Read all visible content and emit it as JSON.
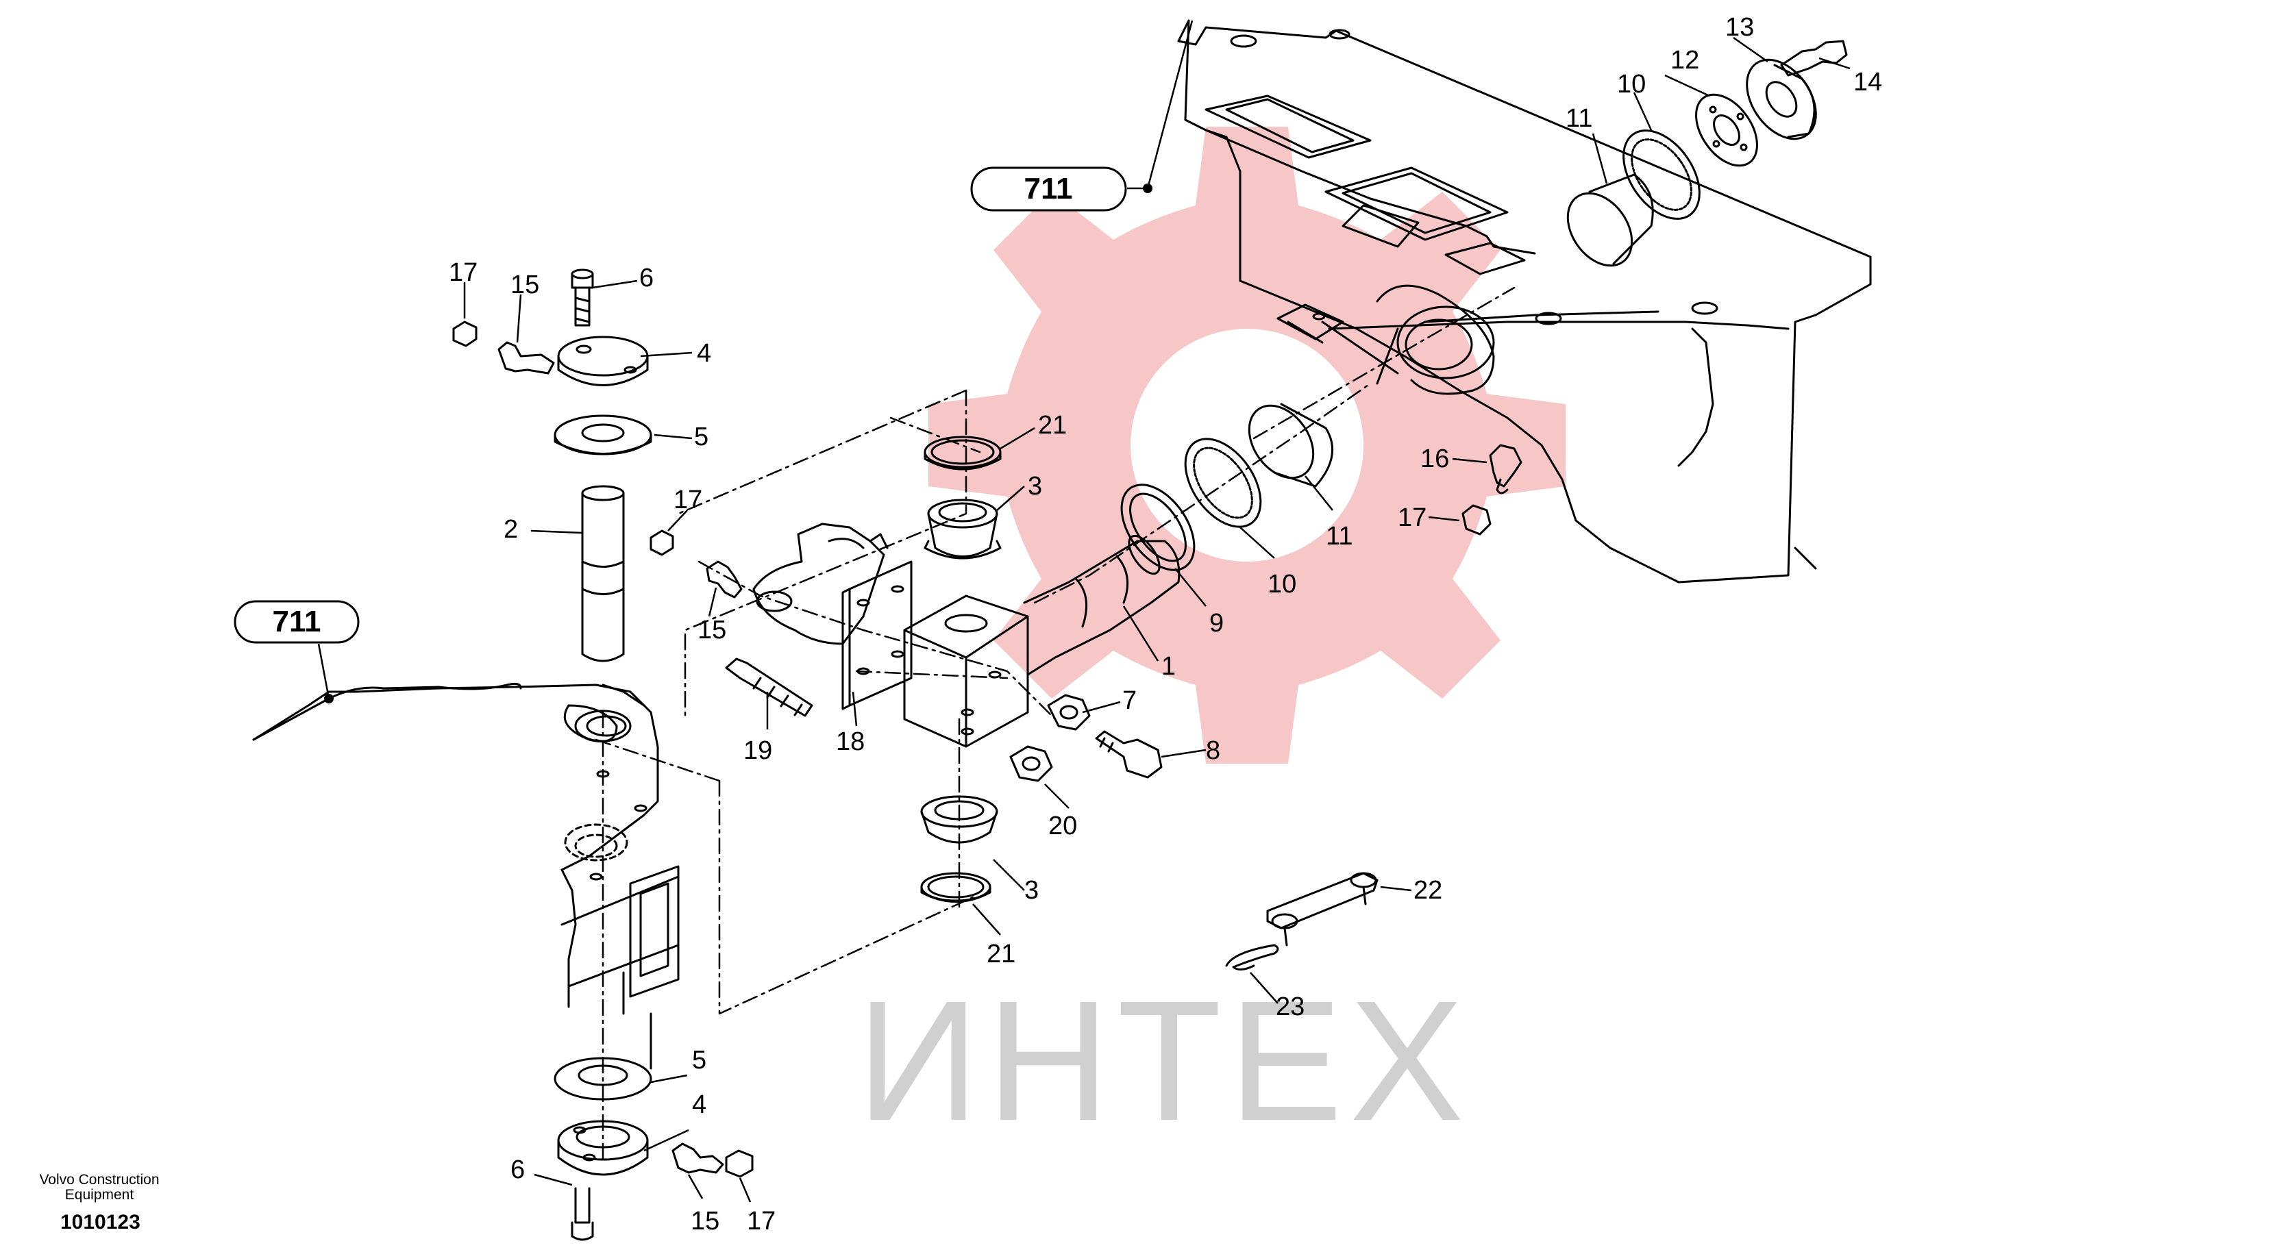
{
  "diagram": {
    "watermark_text": "ИНТЕХ",
    "manufacturer": "Volvo Construction Equipment",
    "drawing_number": "1010123",
    "reference_callouts": [
      "711",
      "711"
    ],
    "part_labels": [
      "1",
      "2",
      "3",
      "3",
      "4",
      "4",
      "5",
      "5",
      "6",
      "6",
      "7",
      "8",
      "9",
      "10",
      "10",
      "11",
      "11",
      "12",
      "13",
      "14",
      "15",
      "15",
      "15",
      "16",
      "17",
      "17",
      "17",
      "17",
      "18",
      "19",
      "20",
      "21",
      "21",
      "22",
      "23"
    ]
  },
  "colors": {
    "line": "#000000",
    "watermark_gear": "#f7c7c7",
    "watermark_text": "#d0d0d0"
  }
}
